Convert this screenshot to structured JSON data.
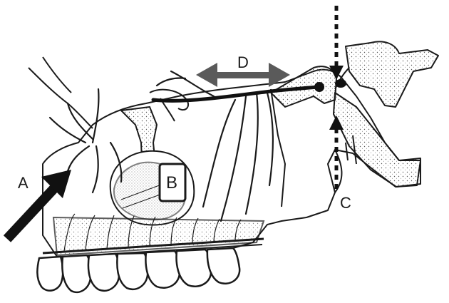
{
  "labels": {
    "a": "A",
    "b": "B",
    "c": "C",
    "d": "D"
  },
  "colors": {
    "ink": "#1a1a1a",
    "paper": "#ffffff",
    "arrow_grey": "#5a5a5a",
    "stipple": "#7a7a7a"
  }
}
